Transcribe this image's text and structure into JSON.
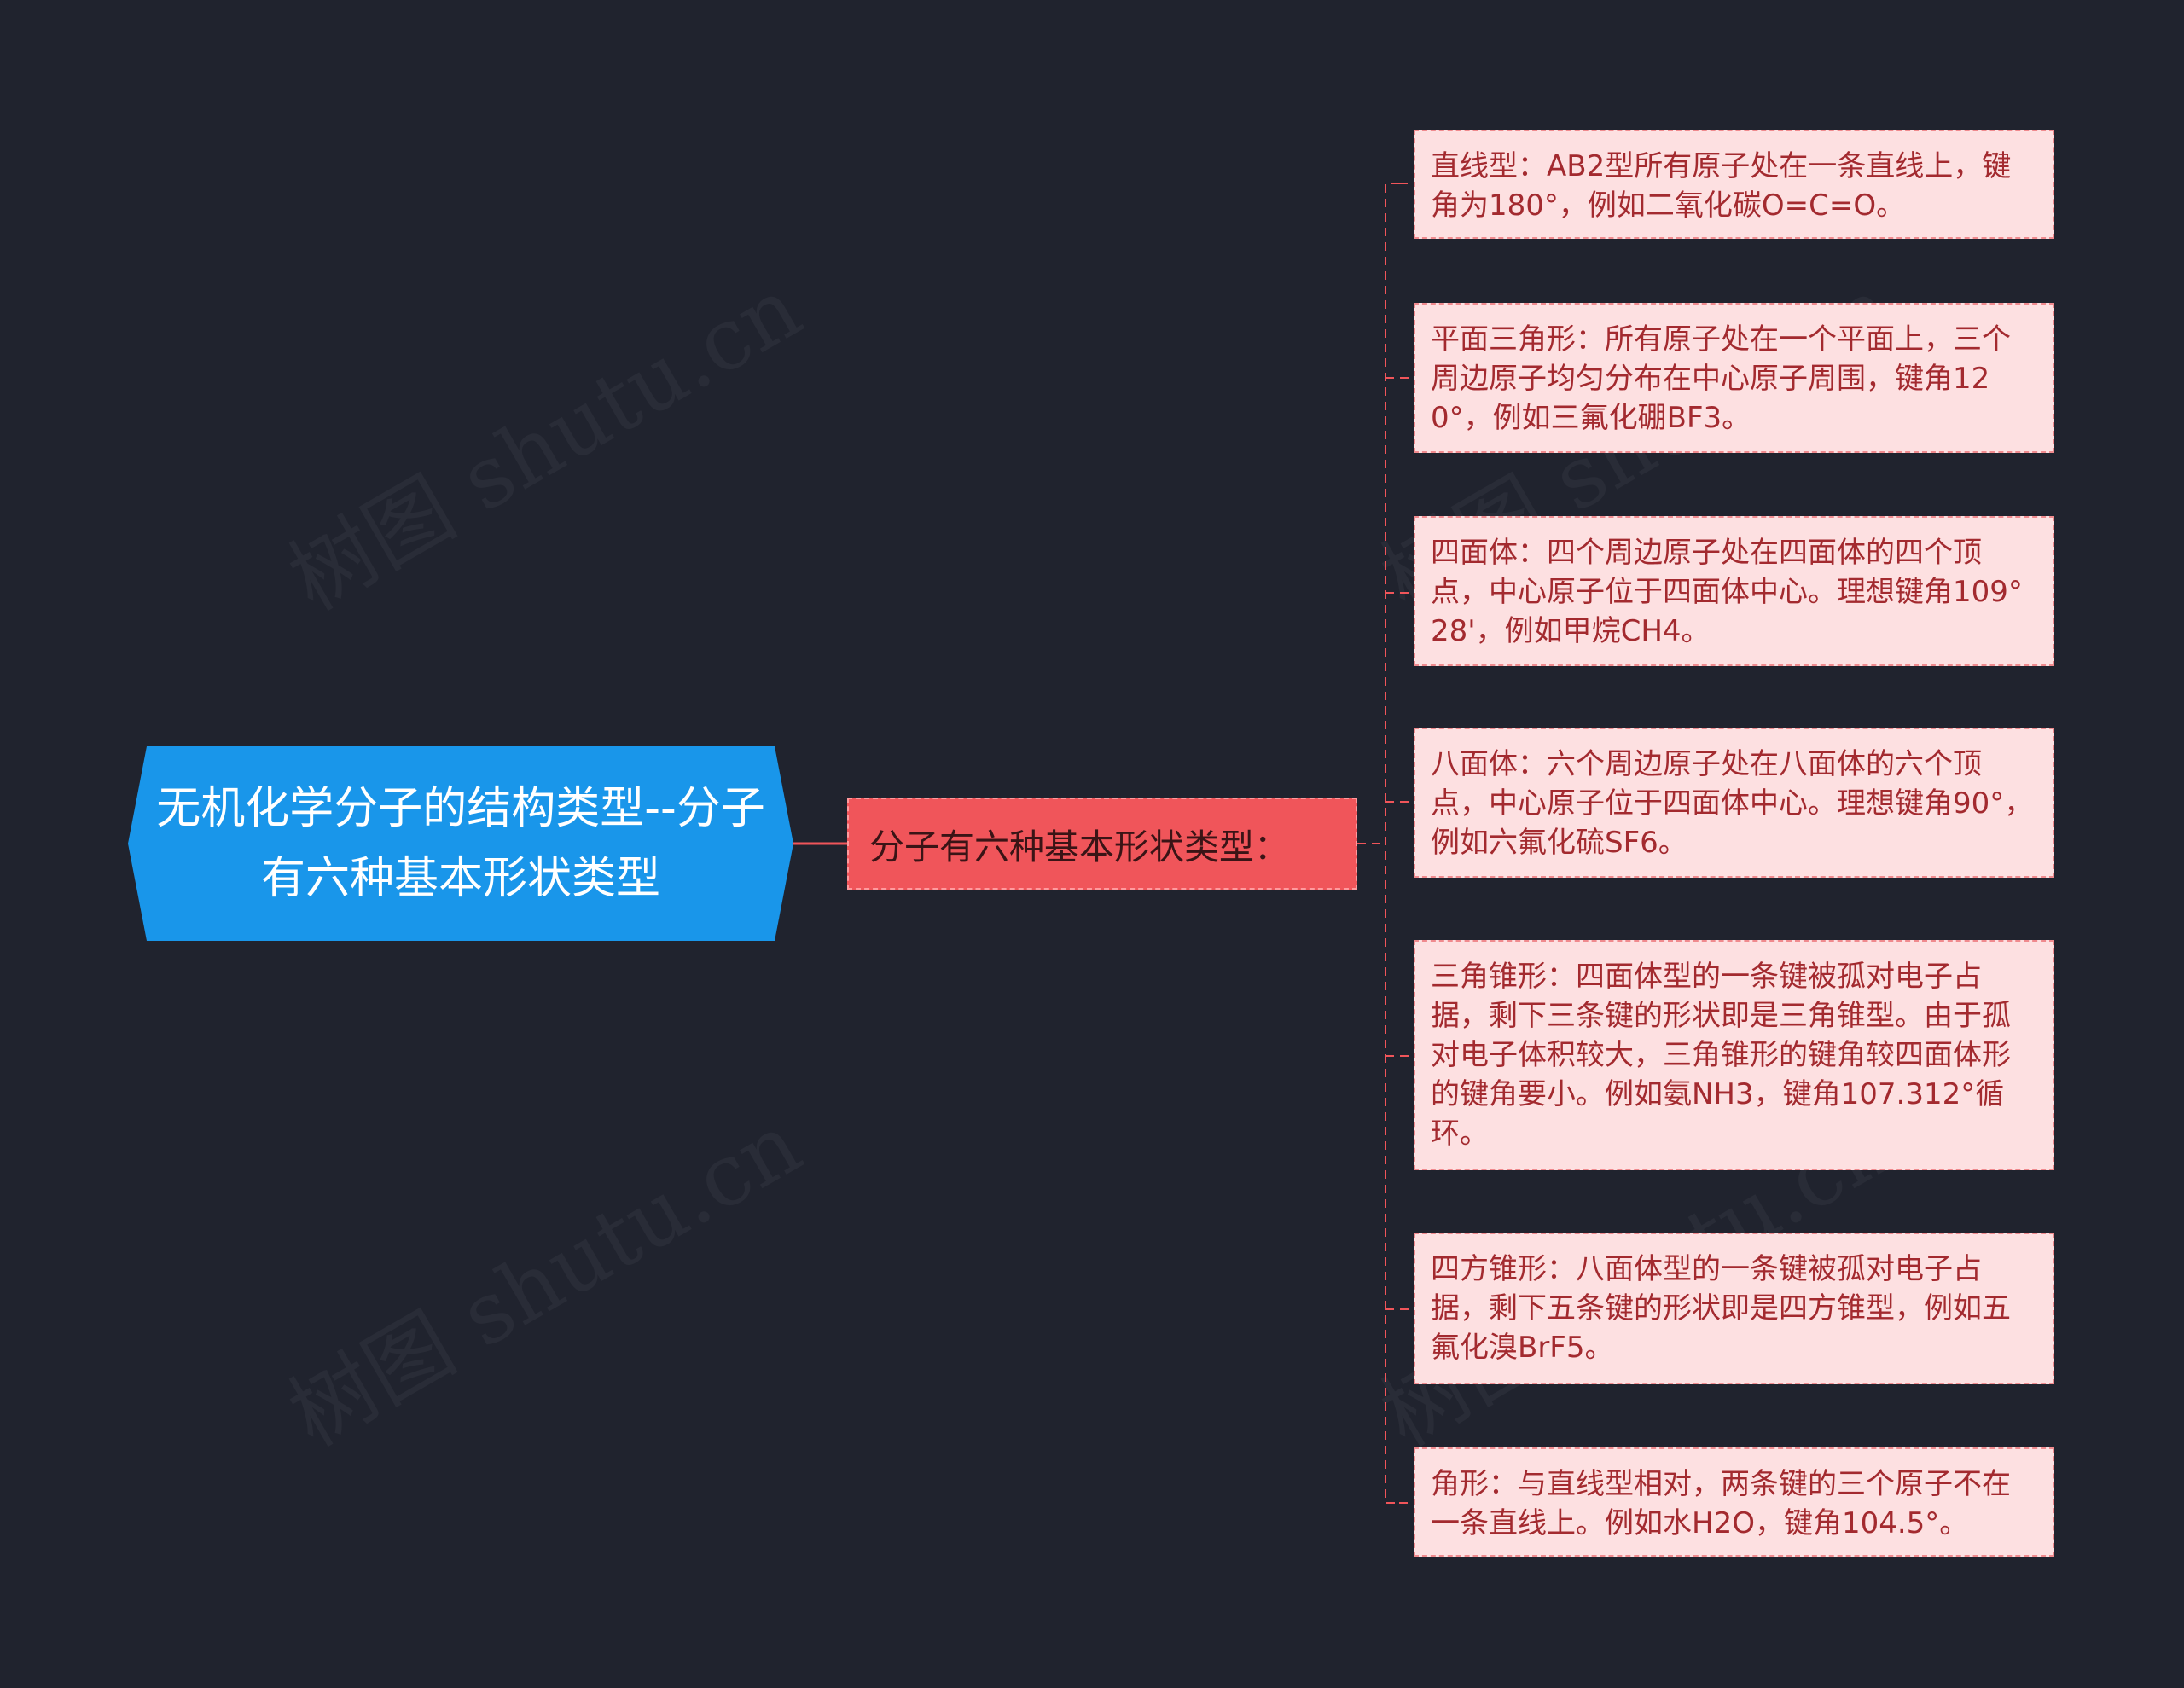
{
  "root": {
    "title": "无机化学分子的结构类型--分子有六种基本形状类型"
  },
  "branch": {
    "label": "分子有六种基本形状类型："
  },
  "leaves": [
    {
      "text": "直线型：AB2型所有原子处在一条直线上，键角为180°，例如二氧化碳O=C=O。"
    },
    {
      "text": "平面三角形：所有原子处在一个平面上，三个周边原子均匀分布在中心原子周围，键角120°，例如三氟化硼BF3。"
    },
    {
      "text": "四面体：四个周边原子处在四面体的四个顶点，中心原子位于四面体中心。理想键角109°28'，例如甲烷CH4。"
    },
    {
      "text": "八面体：六个周边原子处在八面体的六个顶点，中心原子位于四面体中心。理想键角90°，例如六氟化硫SF6。"
    },
    {
      "text": "三角锥形：四面体型的一条键被孤对电子占据，剩下三条键的形状即是三角锥型。由于孤对电子体积较大，三角锥形的键角较四面体形的键角要小。例如氨NH3，键角107.312°循环。"
    },
    {
      "text": "四方锥形：八面体型的一条键被孤对电子占据，剩下五条键的形状即是四方锥型，例如五氟化溴BrF5。"
    },
    {
      "text": "角形：与直线型相对，两条键的三个原子不在一条直线上。例如水H2O，键角104.5°。"
    }
  ],
  "watermark": "树图 shutu.cn",
  "colors": {
    "background": "#20232e",
    "root": "#1996ea",
    "branch": "#f0555a",
    "leaf": "#fde0e1",
    "leaf_text": "#a32a2f",
    "connector": "#f0555a"
  }
}
